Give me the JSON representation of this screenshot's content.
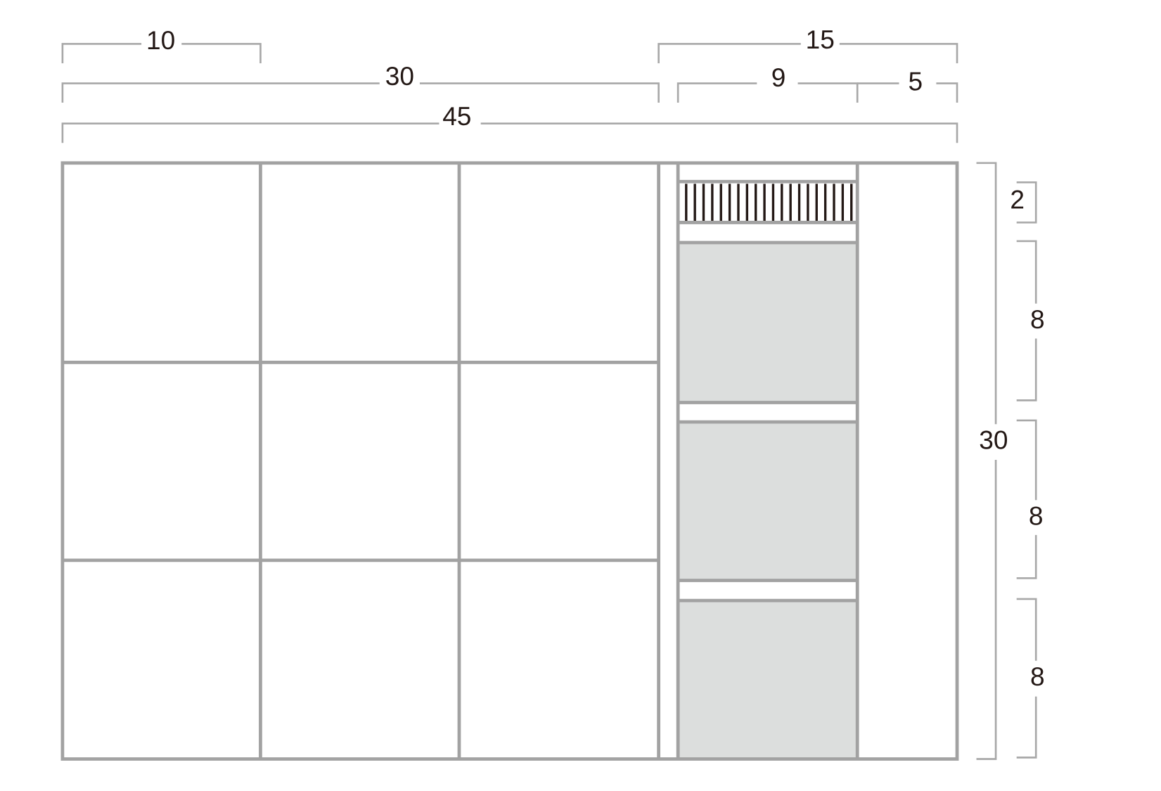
{
  "dimensions": {
    "top_left_cell_width": "10",
    "left_section_width": "30",
    "total_width": "45",
    "right_section_width": "15",
    "drawer_column_width": "9",
    "side_column_width": "5",
    "total_height": "30",
    "vent_height": "2",
    "drawer_1_height": "8",
    "drawer_2_height": "8",
    "drawer_3_height": "8"
  },
  "colors": {
    "frame": "#a2a2a2",
    "drawer_fill": "#dcdedd",
    "vent_stripes": "#231815"
  }
}
